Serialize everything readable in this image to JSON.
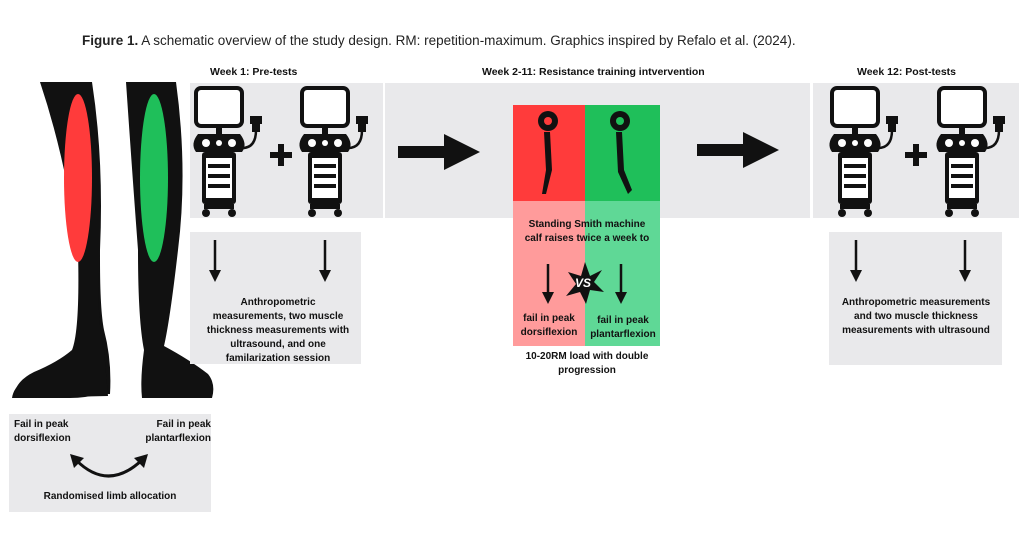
{
  "caption": {
    "figure_label": "Figure 1.",
    "text": "A schematic overview of the study design. RM: repetition-maximum. Graphics inspired by Refalo et al. (2024)."
  },
  "pretest": {
    "header": "Week 1:  Pre-tests",
    "description": "Anthropometric measurements, two muscle thickness measurements with ultrasound, and one familarization session"
  },
  "intervention": {
    "header": "Week 2-11: Resistance training intvervention",
    "protocol": "Standing Smith machine calf raises twice a week to",
    "red_condition": "fail in peak dorsiflexion",
    "green_condition": "fail in peak plantarflexion",
    "versus": "VS",
    "load": "10-20RM load with double progression"
  },
  "posttest": {
    "header": "Week 12: Post-tests",
    "description": "Anthropometric measurements and two muscle thickness measurements with ultrasound"
  },
  "limbs": {
    "left_label": "Fail in peak dorsiflexion",
    "right_label": "Fail in peak plantarflexion",
    "allocation": "Randomised limb allocation"
  },
  "colors": {
    "red": "#ff3b3b",
    "green": "#1fbf5a",
    "panel": "#e9e9eb"
  }
}
